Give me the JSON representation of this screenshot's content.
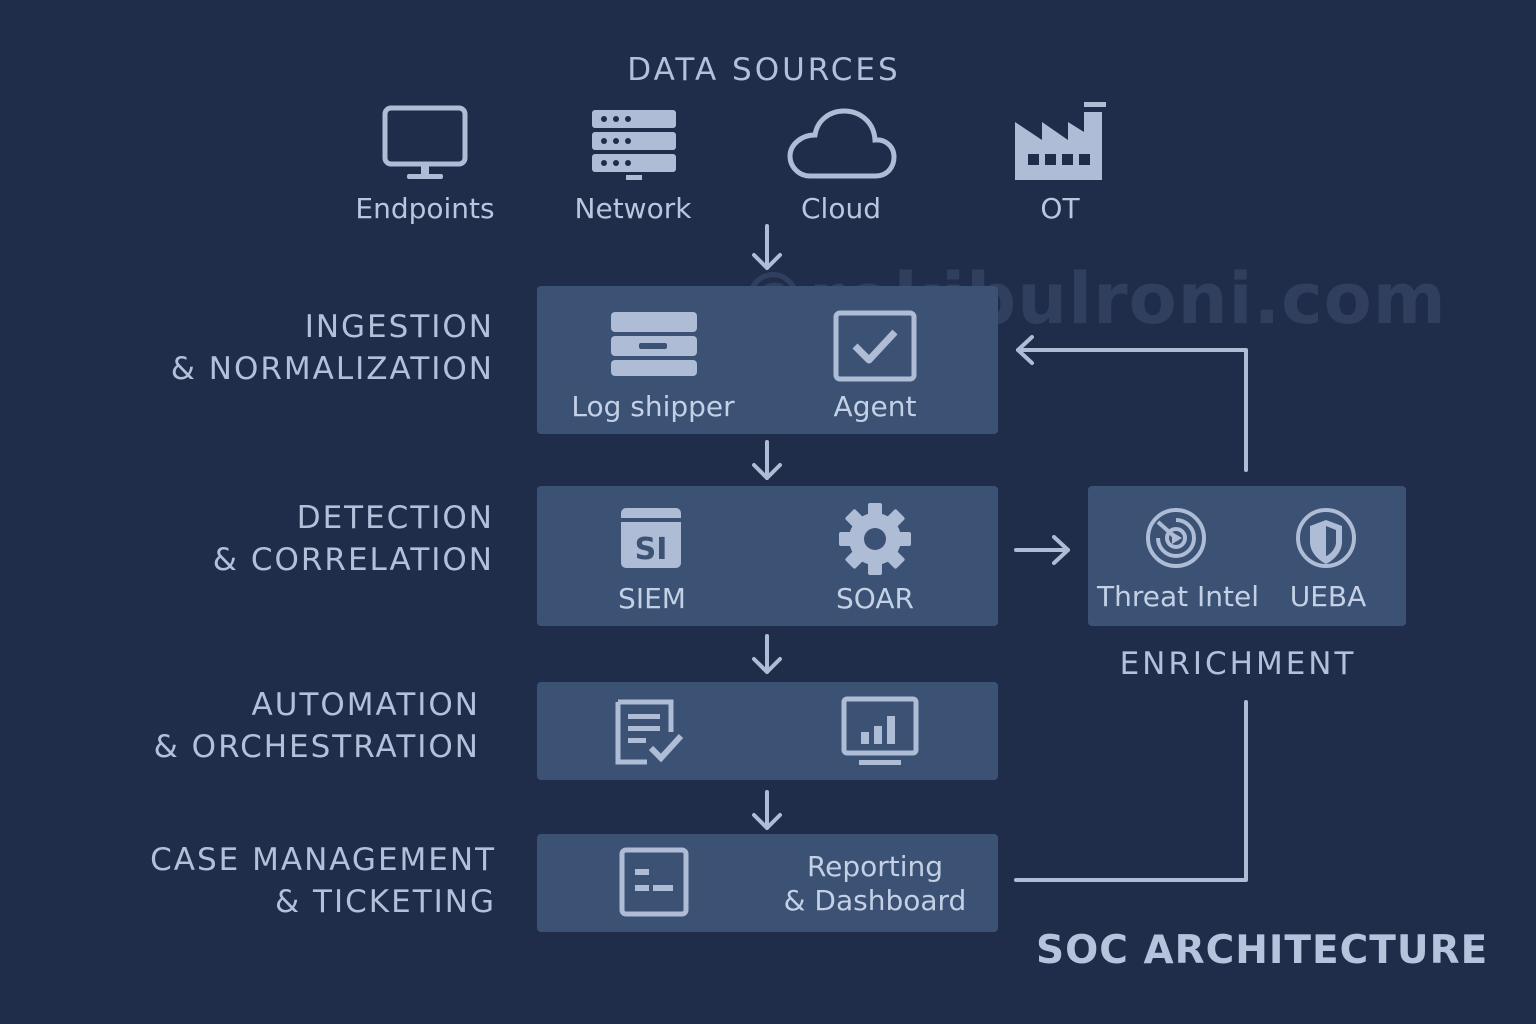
{
  "section_title": "DATA SOURCES",
  "sources": [
    {
      "label": "Endpoints",
      "icon": "monitor-icon"
    },
    {
      "label": "Network",
      "icon": "server-rack-icon"
    },
    {
      "label": "Cloud",
      "icon": "cloud-icon"
    },
    {
      "label": "OT",
      "icon": "factory-icon"
    }
  ],
  "stages": {
    "ingestion": {
      "line1": "INGESTION",
      "line2": "& NORMALIZATION",
      "items": [
        {
          "label": "Log shipper",
          "icon": "log-shipper-icon"
        },
        {
          "label": "Agent",
          "icon": "agent-check-icon"
        }
      ]
    },
    "detection": {
      "line1": "DETECTION",
      "line2": "& CORRELATION",
      "items": [
        {
          "label": "SIEM",
          "icon": "siem-icon",
          "icon_text": "SI"
        },
        {
          "label": "SOAR",
          "icon": "gear-icon"
        }
      ]
    },
    "automation": {
      "line1": "AUTOMATION",
      "line2": "& ORCHESTRATION",
      "items": [
        {
          "icon": "checklist-icon"
        },
        {
          "icon": "dashboard-monitor-icon"
        }
      ]
    },
    "case": {
      "line1": "CASE MANAGEMENT",
      "line2": "& TICKETING",
      "items": [
        {
          "icon": "ticket-icon"
        },
        {
          "label_line1": "Reporting",
          "label_line2": "& Dashboard"
        }
      ]
    }
  },
  "enrichment": {
    "title": "ENRICHMENT",
    "items": [
      {
        "label": "Threat Intel",
        "icon": "radar-icon"
      },
      {
        "label": "UEBA",
        "icon": "shield-icon"
      }
    ]
  },
  "diagram_title": "SOC ARCHITECTURE",
  "watermark": "©rokibulroni.com",
  "colors": {
    "background": "#1f2c4a",
    "box": "#3b5274",
    "text": "#b7c4dd",
    "icon": "#aebcd6"
  }
}
